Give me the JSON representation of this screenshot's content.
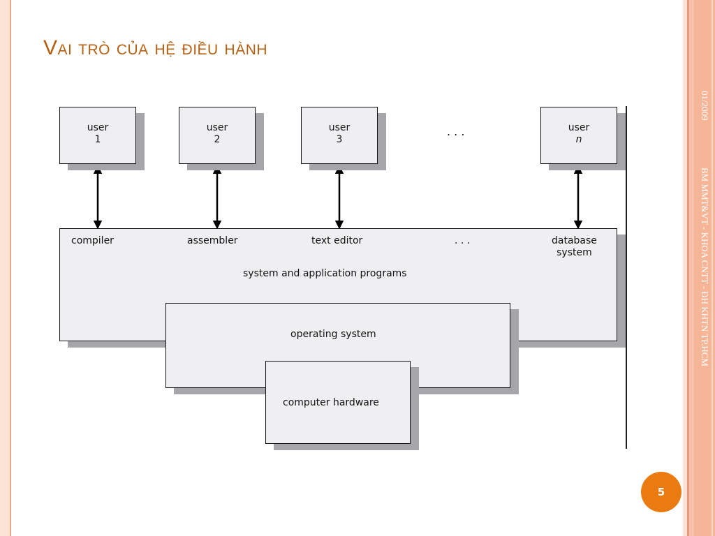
{
  "slide": {
    "title": "Vai trò của hệ điều hành",
    "sidebar_date": "01/2009",
    "sidebar_org": "BM MMT&VT - KHOA CNTT - ĐH KHTN TP.HCM",
    "page_number": "5"
  },
  "diagram": {
    "users": [
      {
        "label": "user",
        "id": "1"
      },
      {
        "label": "user",
        "id": "2"
      },
      {
        "label": "user",
        "id": "3"
      },
      {
        "label": "user",
        "id": "n"
      }
    ],
    "users_ellipsis": ". . .",
    "programs": [
      "compiler",
      "assembler",
      "text editor",
      ". . .",
      "database\nsystem"
    ],
    "layer_app": "system and application programs",
    "layer_os": "operating system",
    "layer_hw": "computer hardware"
  }
}
